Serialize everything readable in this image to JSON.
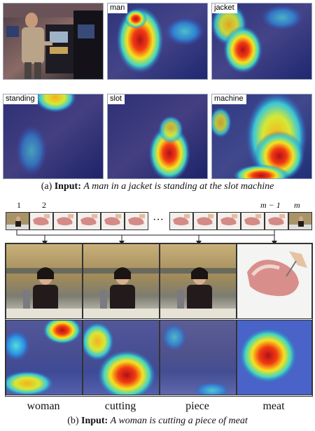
{
  "part_a": {
    "tags": [
      "man",
      "jacket",
      "standing",
      "slot",
      "machine"
    ],
    "caption_label": "(a)",
    "caption_input": "Input:",
    "caption_sentence": "A man in a jacket is standing at the slot machine"
  },
  "part_b": {
    "frame_index_first": "1",
    "frame_index_second": "2",
    "frame_index_ellipsis": "···",
    "frame_index_m_minus_1": "m − 1",
    "frame_index_m": "m",
    "words": [
      "woman",
      "cutting",
      "piece",
      "meat"
    ],
    "caption_label": "(b)",
    "caption_input": "Input:",
    "caption_sentence": "A woman is cutting a piece of meat"
  },
  "colors": {
    "heat_hot": "#d4141a",
    "heat_warm": "#f5e31c",
    "heat_mid": "#31d3c8",
    "heat_cold": "#1a2a8f"
  }
}
